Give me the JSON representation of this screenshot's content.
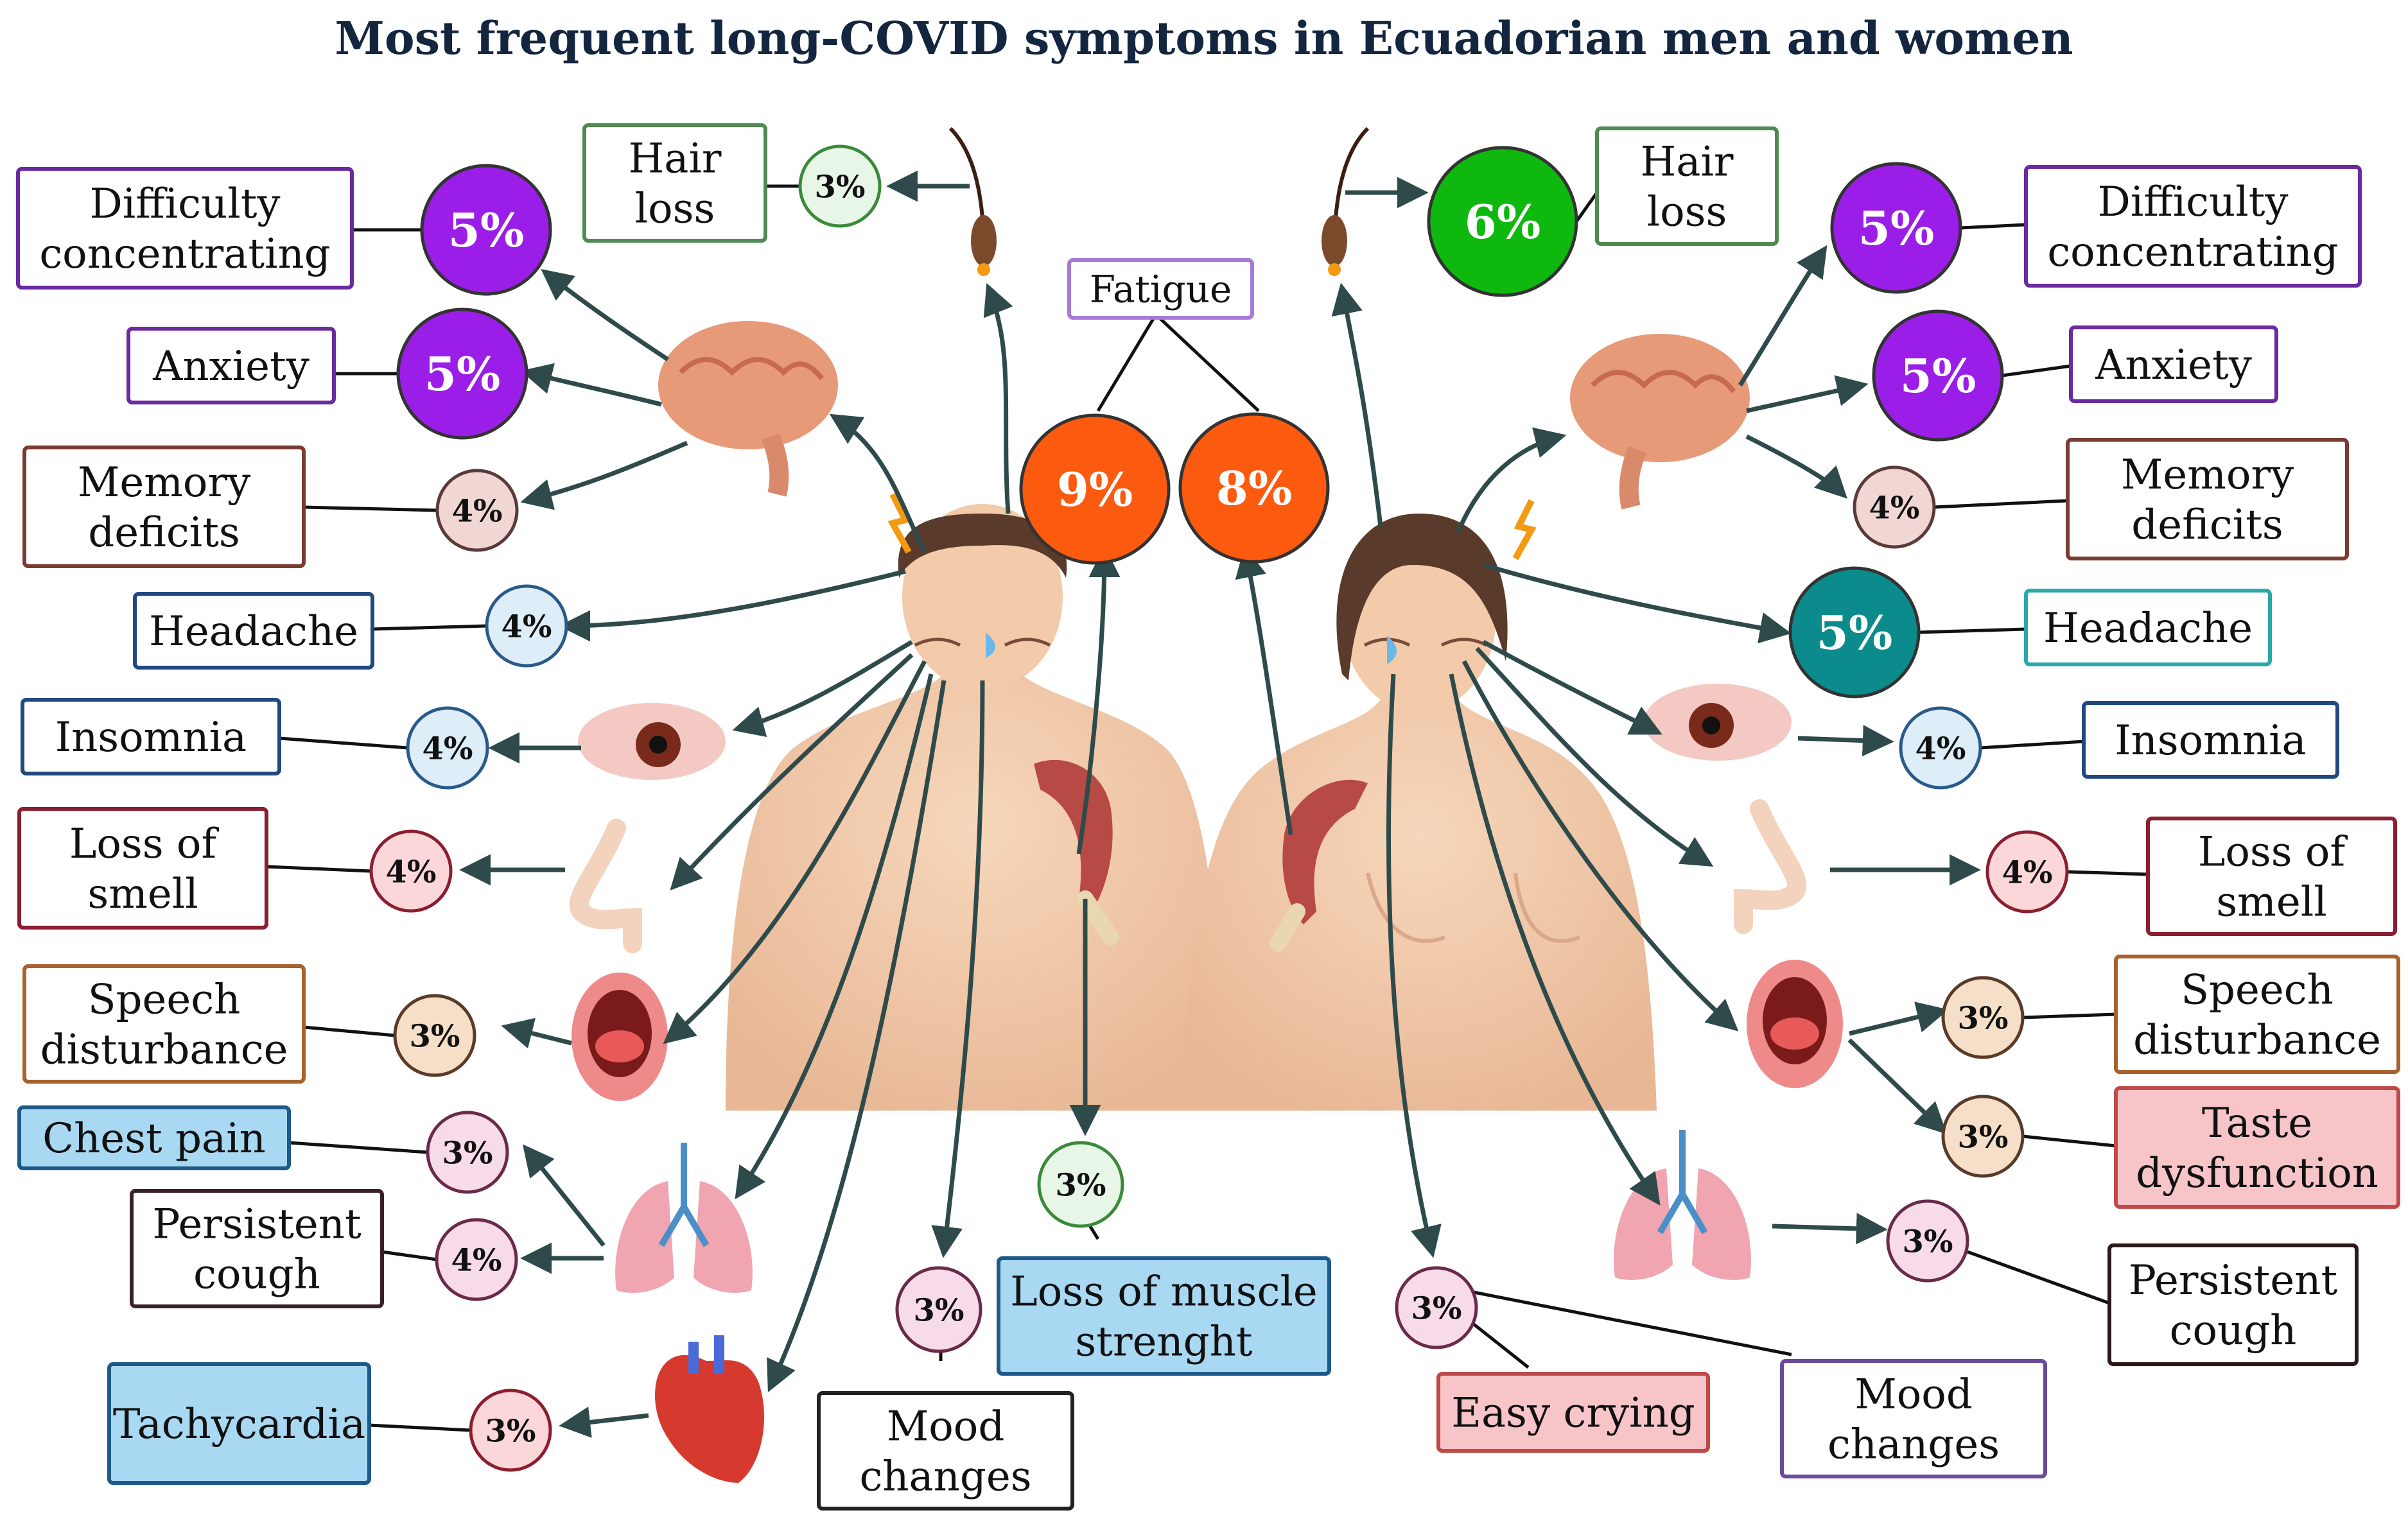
{
  "title": "Most frequent long-COVID symptoms in Ecuadorian men and women",
  "colors": {
    "purple": "#9b1ee8",
    "orange": "#fb5a0f",
    "green": "#0fb80f",
    "teal": "#0b8b8b",
    "purple_border": "#6a2aa0",
    "brown_border": "#7a3b33",
    "blue_border": "#21487f",
    "red_border": "#8b1e2f",
    "orange_border": "#a8622e",
    "green_border": "#4f8a52",
    "chest_fill": "#a9d8f2",
    "taste_fill": "#f7c5c8"
  },
  "fatigue": {
    "label": "Fatigue",
    "men": "9%",
    "women": "8%"
  },
  "men": {
    "hair_loss": {
      "label": "Hair loss",
      "value": "3%"
    },
    "difficulty_concentrating": {
      "label": "Difficulty concentrating",
      "value": "5%"
    },
    "anxiety": {
      "label": "Anxiety",
      "value": "5%"
    },
    "memory_deficits": {
      "label": "Memory deficits",
      "value": "4%"
    },
    "headache": {
      "label": "Headache",
      "value": "4%"
    },
    "insomnia": {
      "label": "Insomnia",
      "value": "4%"
    },
    "loss_of_smell": {
      "label": "Loss of smell",
      "value": "4%"
    },
    "speech_disturbance": {
      "label": "Speech disturbance",
      "value": "3%"
    },
    "chest_pain": {
      "label": "Chest pain",
      "value": "3%"
    },
    "persistent_cough": {
      "label": "Persistent cough",
      "value": "4%"
    },
    "tachycardia": {
      "label": "Tachycardia",
      "value": "3%"
    },
    "mood_changes": {
      "label": "Mood changes",
      "value": "3%"
    },
    "loss_of_muscle": {
      "label": "Loss of muscle strenght",
      "value": "3%"
    }
  },
  "women": {
    "hair_loss": {
      "label": "Hair loss",
      "value": "6%"
    },
    "difficulty_concentrating": {
      "label": "Difficulty concentrating",
      "value": "5%"
    },
    "anxiety": {
      "label": "Anxiety",
      "value": "5%"
    },
    "memory_deficits": {
      "label": "Memory deficits",
      "value": "4%"
    },
    "headache": {
      "label": "Headache",
      "value": "5%"
    },
    "insomnia": {
      "label": "Insomnia",
      "value": "4%"
    },
    "loss_of_smell": {
      "label": "Loss of smell",
      "value": "4%"
    },
    "speech_disturbance": {
      "label": "Speech disturbance",
      "value": "3%"
    },
    "taste_dysfunction": {
      "label": "Taste dysfunction",
      "value": "3%"
    },
    "persistent_cough": {
      "label": "Persistent cough",
      "value": "3%"
    },
    "easy_crying": {
      "label": "Easy crying",
      "value": "3%"
    },
    "mood_changes": {
      "label": "Mood changes",
      "value": "3%"
    }
  }
}
